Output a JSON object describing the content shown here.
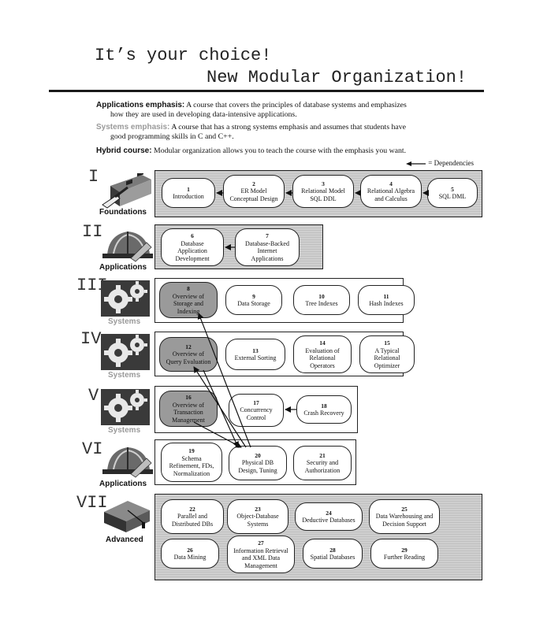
{
  "header": {
    "title_line1": "It’s your choice!",
    "title_line2": "New Modular Organization!"
  },
  "descriptions": {
    "applications_lead": "Applications emphasis:",
    "applications_text_1": "A course that covers the principles of database systems and emphasizes",
    "applications_text_2": "how they are used in developing data-intensive applications.",
    "systems_lead": "Systems emphasis:",
    "systems_text_1": "A course that has a strong systems emphasis and assumes that students have",
    "systems_text_2": "good programming skills in C and C++.",
    "hybrid_lead": "Hybrid course:",
    "hybrid_text": "Modular organization allows you to teach the course with the emphasis you want."
  },
  "legend": {
    "dependencies": "= Dependencies"
  },
  "parts": [
    {
      "numeral": "I",
      "label": "Foundations",
      "icon": "brick-trowel-icon"
    },
    {
      "numeral": "II",
      "label": "Applications",
      "icon": "hardhat-icon"
    },
    {
      "numeral": "III",
      "label": "Systems",
      "icon": "gears-icon"
    },
    {
      "numeral": "IV",
      "label": "Systems",
      "icon": "gears-icon"
    },
    {
      "numeral": "V",
      "label": "Systems",
      "icon": "gears-icon"
    },
    {
      "numeral": "VI",
      "label": "Applications",
      "icon": "hardhat-icon"
    },
    {
      "numeral": "VII",
      "label": "Advanced",
      "icon": "graduation-cap-icon"
    }
  ],
  "chapters": [
    {
      "num": "1",
      "name": "Introduction"
    },
    {
      "num": "2",
      "name": "ER Model\nConceptual Design"
    },
    {
      "num": "3",
      "name": "Relational Model\nSQL DDL"
    },
    {
      "num": "4",
      "name": "Relational Algebra\nand Calculus"
    },
    {
      "num": "5",
      "name": "SQL DML"
    },
    {
      "num": "6",
      "name": "Database\nApplication\nDevelopment"
    },
    {
      "num": "7",
      "name": "Database-Backed\nInternet\nApplications"
    },
    {
      "num": "8",
      "name": "Overview of\nStorage and\nIndexing"
    },
    {
      "num": "9",
      "name": "Data Storage"
    },
    {
      "num": "10",
      "name": "Tree Indexes"
    },
    {
      "num": "11",
      "name": "Hash Indexes"
    },
    {
      "num": "12",
      "name": "Overview of\nQuery Evaluation"
    },
    {
      "num": "13",
      "name": "External Sorting"
    },
    {
      "num": "14",
      "name": "Evaluation of\nRelational\nOperators"
    },
    {
      "num": "15",
      "name": "A Typical\nRelational\nOptimizer"
    },
    {
      "num": "16",
      "name": "Overview of\nTransaction\nManagement"
    },
    {
      "num": "17",
      "name": "Concurrency\nControl"
    },
    {
      "num": "18",
      "name": "Crash Recovery"
    },
    {
      "num": "19",
      "name": "Schema\nRefinement, FDs,\nNormalization"
    },
    {
      "num": "20",
      "name": "Physical DB\nDesign, Tuning"
    },
    {
      "num": "21",
      "name": "Security and\nAuthorization"
    },
    {
      "num": "22",
      "name": "Parallel and\nDistributed DBs"
    },
    {
      "num": "23",
      "name": "Object-Database\nSystems"
    },
    {
      "num": "24",
      "name": "Deductive Databases"
    },
    {
      "num": "25",
      "name": "Data Warehousing and\nDecision Support"
    },
    {
      "num": "26",
      "name": "Data Mining"
    },
    {
      "num": "27",
      "name": "Information Retrieval\nand XML Data\nManagement"
    },
    {
      "num": "28",
      "name": "Spatial Databases"
    },
    {
      "num": "29",
      "name": "Further Reading"
    }
  ]
}
